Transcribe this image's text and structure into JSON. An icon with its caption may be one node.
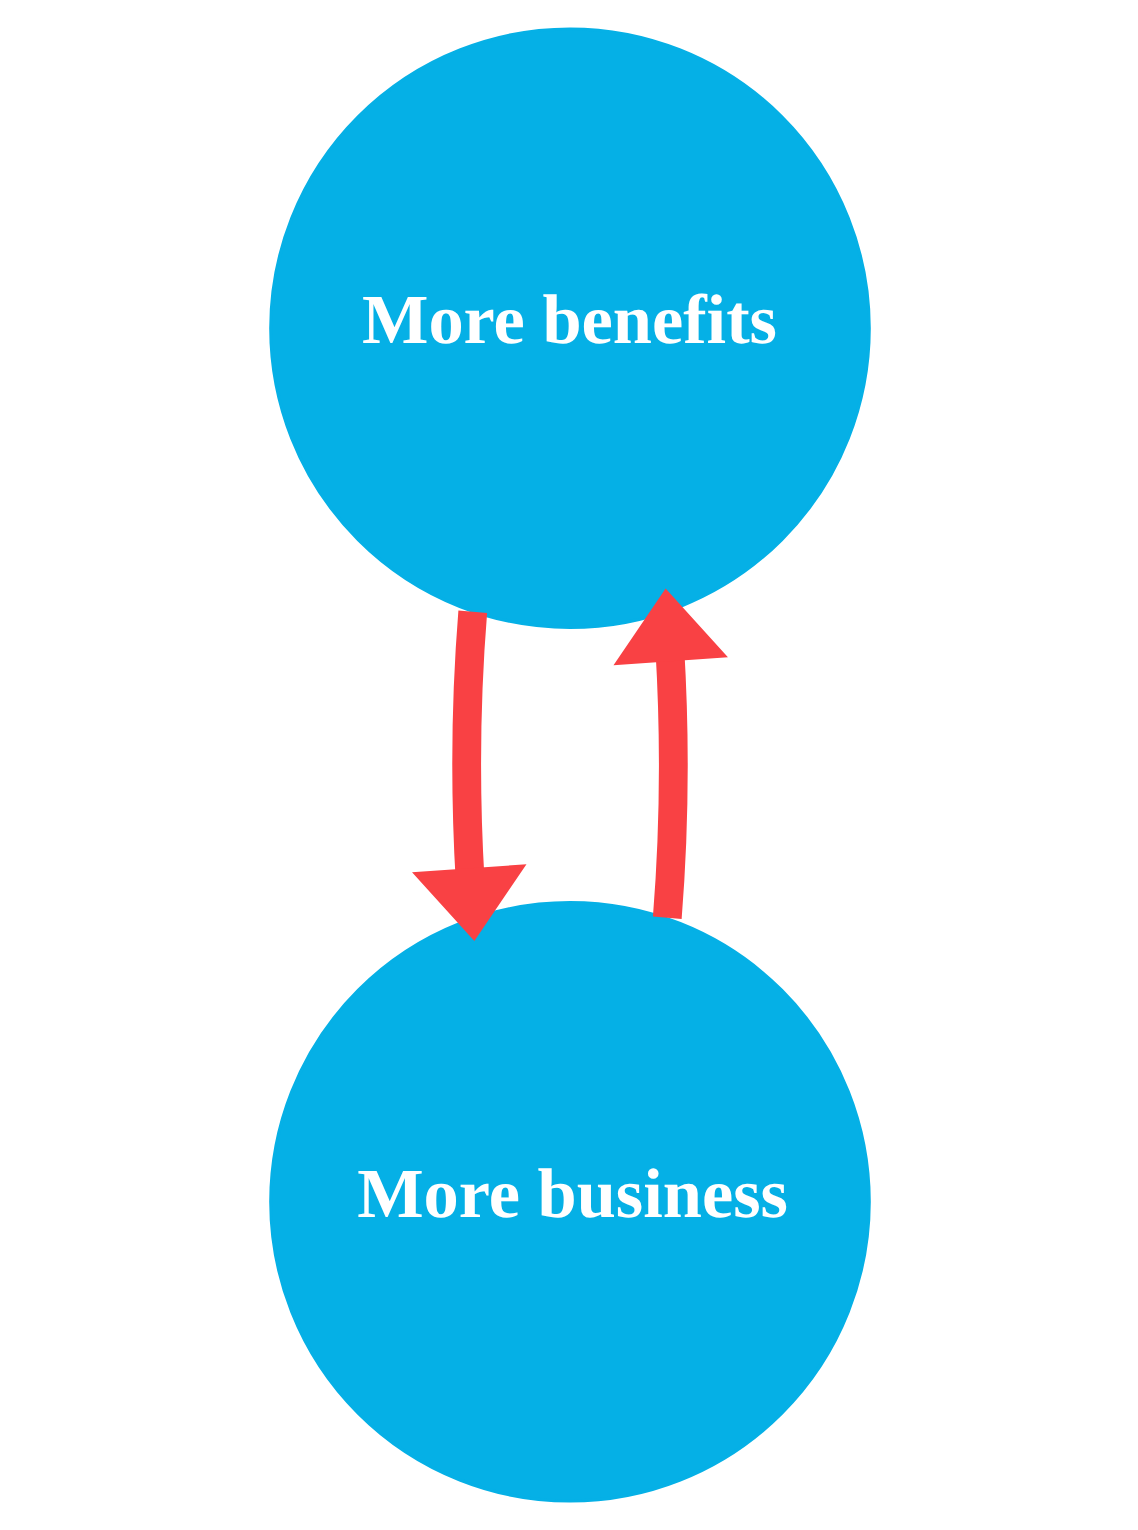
{
  "diagram": {
    "nodes": [
      {
        "text": [
          "More benefits"
        ]
      },
      {
        "text": [
          "More business"
        ]
      }
    ],
    "edges": [
      {
        "from": 0,
        "to": 1,
        "arrow": "to"
      },
      {
        "from": 1,
        "to": 0,
        "arrow": "to"
      }
    ]
  }
}
